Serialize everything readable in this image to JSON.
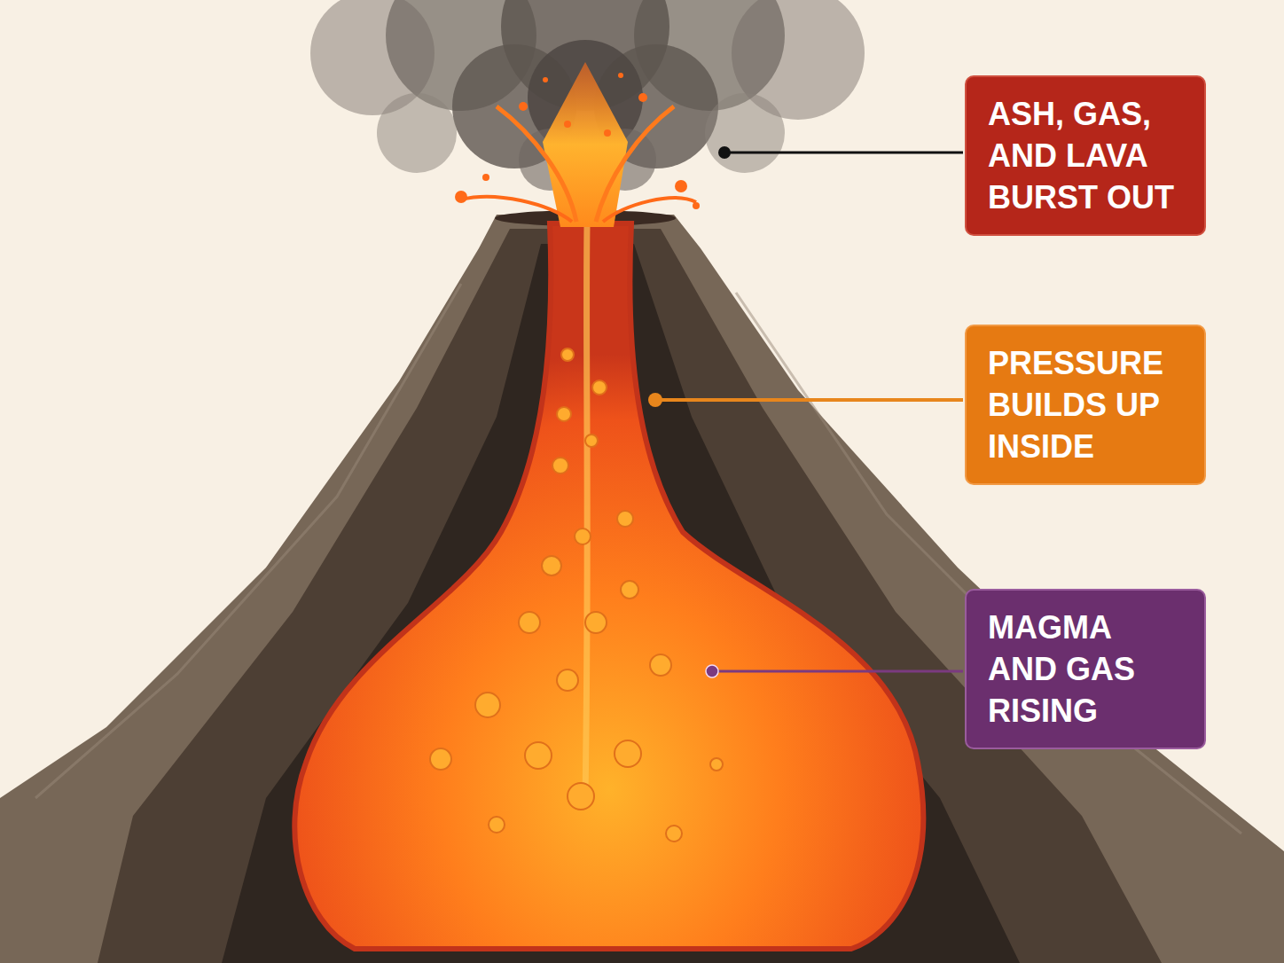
{
  "diagram": {
    "nodes": [
      {
        "text": [
          "ASH, GAS, AND LAVA BURST OUT"
        ]
      },
      {
        "text": [
          "PRESSURE BUILDS UP INSIDE"
        ]
      },
      {
        "text": [
          "MAGMA AND GAS RISING"
        ]
      }
    ]
  }
}
